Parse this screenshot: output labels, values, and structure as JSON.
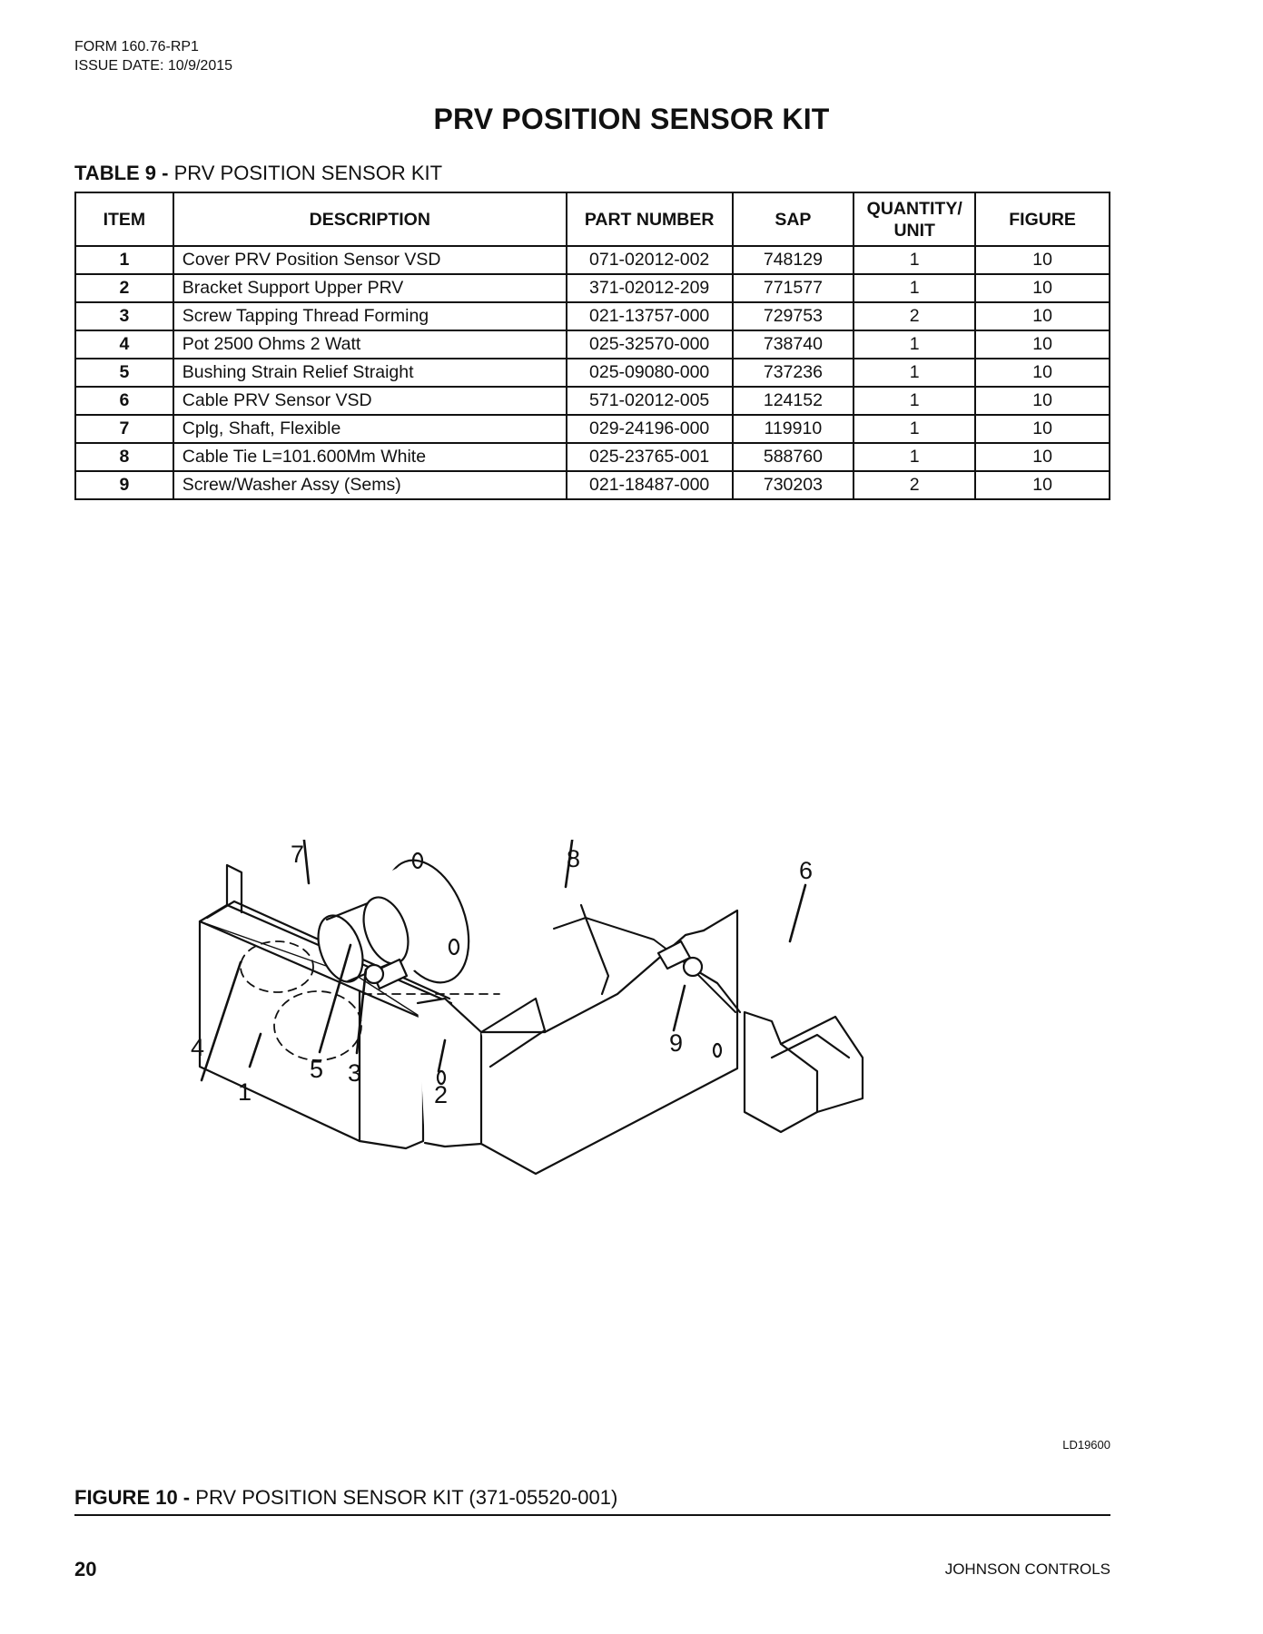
{
  "header": {
    "form": "FORM 160.76-RP1",
    "issue_date": "ISSUE DATE: 10/9/2015"
  },
  "title": "PRV POSITION SENSOR KIT",
  "table": {
    "caption_label": "TABLE 9 -",
    "caption_text": "PRV POSITION SENSOR KIT",
    "columns": [
      "ITEM",
      "DESCRIPTION",
      "PART NUMBER",
      "SAP",
      "QUANTITY/",
      "UNIT",
      "FIGURE"
    ],
    "rows": [
      {
        "item": "1",
        "description": "Cover PRV Position Sensor VSD",
        "part_number": "071-02012-002",
        "sap": "748129",
        "qty": "1",
        "figure": "10"
      },
      {
        "item": "2",
        "description": "Bracket Support Upper PRV",
        "part_number": "371-02012-209",
        "sap": "771577",
        "qty": "1",
        "figure": "10"
      },
      {
        "item": "3",
        "description": "Screw Tapping Thread Forming",
        "part_number": "021-13757-000",
        "sap": "729753",
        "qty": "2",
        "figure": "10"
      },
      {
        "item": "4",
        "description": "Pot 2500 Ohms 2 Watt",
        "part_number": "025-32570-000",
        "sap": "738740",
        "qty": "1",
        "figure": "10"
      },
      {
        "item": "5",
        "description": "Bushing Strain Relief Straight",
        "part_number": "025-09080-000",
        "sap": "737236",
        "qty": "1",
        "figure": "10"
      },
      {
        "item": "6",
        "description": "Cable PRV Sensor VSD",
        "part_number": "571-02012-005",
        "sap": "124152",
        "qty": "1",
        "figure": "10"
      },
      {
        "item": "7",
        "description": "Cplg, Shaft, Flexible",
        "part_number": "029-24196-000",
        "sap": "119910",
        "qty": "1",
        "figure": "10"
      },
      {
        "item": "8",
        "description": "Cable Tie L=101.600Mm White",
        "part_number": "025-23765-001",
        "sap": "588760",
        "qty": "1",
        "figure": "10"
      },
      {
        "item": "9",
        "description": "Screw/Washer Assy (Sems)",
        "part_number": "021-18487-000",
        "sap": "730203",
        "qty": "2",
        "figure": "10"
      }
    ]
  },
  "figure": {
    "callouts": [
      "1",
      "2",
      "3",
      "4",
      "5",
      "6",
      "7",
      "8",
      "9"
    ],
    "code": "LD19600",
    "caption_label": "FIGURE 10 -",
    "caption_text": "PRV POSITION SENSOR KIT (371-05520-001)"
  },
  "footer": {
    "page_number": "20",
    "company": "JOHNSON CONTROLS"
  }
}
